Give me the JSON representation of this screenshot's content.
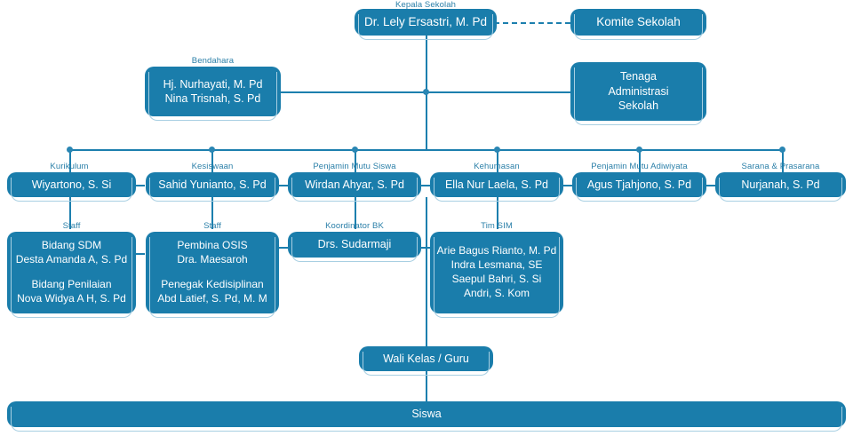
{
  "meta": {
    "title": "Struktur Organisasi Sekolah",
    "accent_color": "#1a7dab",
    "line_color": "#1c7fae",
    "caption_color": "#2a7fa8",
    "background": "#ffffff"
  },
  "captions": {
    "kepala_sekolah": "Kepala Sekolah",
    "bendahara": "Bendahara",
    "kurikulum": "Kurikulum",
    "kesiswaan": "Kesiswaan",
    "penjamin_mutu_siswa": "Penjamin Mutu Siswa",
    "kehumasan": "Kehumasan",
    "penjamin_mutu_adiwiyata": "Penjamin Mutu Adiwiyata",
    "sarana_prasarana": "Sarana & Prasarana",
    "staff_1": "Staff",
    "staff_2": "Staff",
    "koordinator_bk": "Koordinator BK",
    "tim_sim": "Tim SIM"
  },
  "nodes": {
    "kepala_sekolah": {
      "name": "Dr. Lely Ersastri, M. Pd"
    },
    "komite_sekolah": {
      "name": "Komite Sekolah"
    },
    "bendahara": {
      "line1": "Hj. Nurhayati, M. Pd",
      "line2": "Nina Trisnah, S. Pd"
    },
    "tenaga_administrasi": {
      "line1": "Tenaga",
      "line2": "Administrasi",
      "line3": "Sekolah"
    },
    "wali_kelas": {
      "name": "Wali Kelas / Guru"
    },
    "siswa": {
      "name": "Siswa"
    }
  },
  "departments": [
    {
      "caption": "Kurikulum",
      "name": "Wiyartono, S. Si"
    },
    {
      "caption": "Kesiswaan",
      "name": "Sahid Yunianto, S. Pd"
    },
    {
      "caption": "Penjamin Mutu Siswa",
      "name": "Wirdan Ahyar, S. Pd"
    },
    {
      "caption": "Kehumasan",
      "name": "Ella Nur Laela, S. Pd"
    },
    {
      "caption": "Penjamin Mutu Adiwiyata",
      "name": "Agus Tjahjono, S. Pd"
    },
    {
      "caption": "Sarana & Prasarana",
      "name": "Nurjanah, S. Pd"
    }
  ],
  "staff": {
    "kurikulum": {
      "caption": "Staff",
      "l1": "Bidang SDM",
      "l2": "Desta Amanda A, S. Pd",
      "l3": "Bidang Penilaian",
      "l4": "Nova Widya A H, S. Pd"
    },
    "kesiswaan": {
      "caption": "Staff",
      "l1": "Pembina OSIS",
      "l2": "Dra. Maesaroh",
      "l3": "Penegak Kedisiplinan",
      "l4": "Abd Latief, S. Pd, M. M"
    },
    "bk": {
      "caption": "Koordinator BK",
      "l1": "Drs. Sudarmaji"
    },
    "sim": {
      "caption": "Tim SIM",
      "l1": "Arie Bagus Rianto, M. Pd",
      "l2": "Indra Lesmana, SE",
      "l3": "Saepul Bahri, S. Si",
      "l4": "Andri, S. Kom"
    }
  }
}
